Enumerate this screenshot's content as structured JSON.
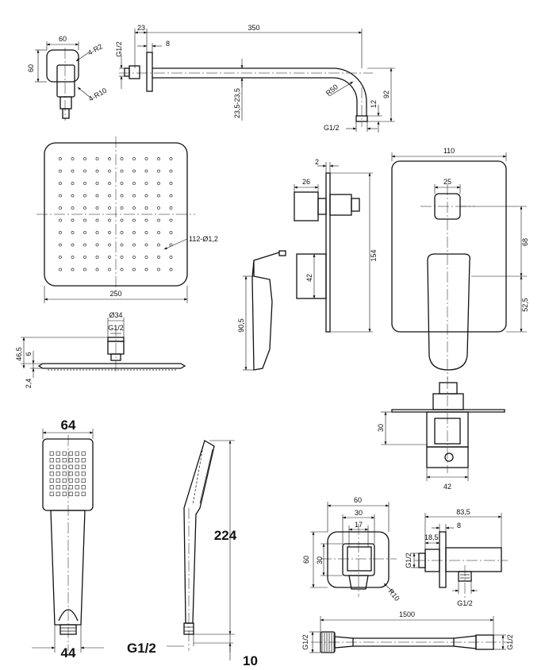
{
  "arm_view": {
    "d_width": "60",
    "d_height": "60",
    "r_small": "4-R2",
    "r_large": "4-R10",
    "d_23": "23",
    "d_350": "350",
    "d_8": "8",
    "d_thread_left": "G1/2",
    "d_tol": "23,5-23,5",
    "d_r50": "R50",
    "d_12": "12",
    "d_92": "92",
    "d_thread_right": "G1/2"
  },
  "head_view": {
    "d_width": "250",
    "d_holes": "112-Ø1,2",
    "d_dia": "Ø34",
    "d_thread": "G1/2",
    "d_46": "46,5",
    "d_6": "6",
    "d_24": "2,4"
  },
  "mixer_side": {
    "d_2": "2",
    "d_26": "26",
    "d_154": "154",
    "d_42": "42",
    "d_905": "90,5"
  },
  "mixer_front": {
    "d_110": "110",
    "d_25": "25",
    "d_68": "68",
    "d_525": "52,5"
  },
  "mixer_bottom": {
    "d_30": "30",
    "d_42": "42"
  },
  "hand_front": {
    "d_64": "64",
    "d_44": "44"
  },
  "hand_side": {
    "d_224": "224",
    "d_thread": "G1/2",
    "d_10": "10"
  },
  "outlet_front": {
    "d_60w": "60",
    "d_30w": "30",
    "d_17": "17",
    "d_60h": "60",
    "d_30h": "30",
    "d_r10": "R10"
  },
  "outlet_side": {
    "d_835": "83,5",
    "d_8": "8",
    "d_185": "18,5",
    "d_thread_left": "G1/2",
    "d_thread_bottom": "G1/2"
  },
  "hose": {
    "d_1500": "1500",
    "d_thread_left": "G1/2",
    "d_thread_right": "G1/2"
  }
}
